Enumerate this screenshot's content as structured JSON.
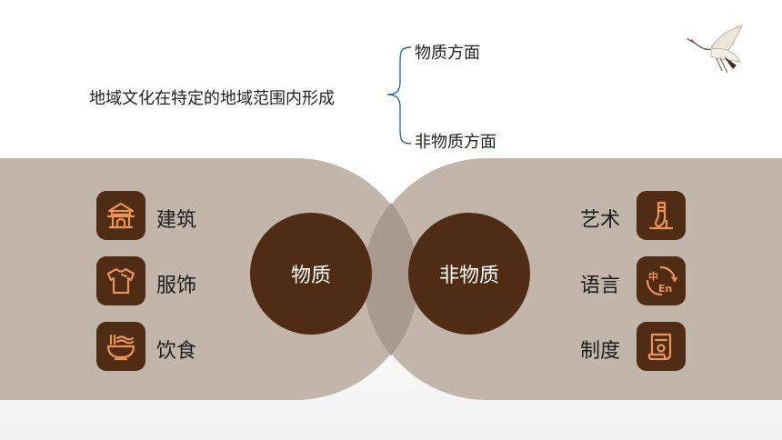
{
  "headline": "地域文化在特定的地域范围内形成",
  "branches": [
    "物质方面",
    "非物质方面"
  ],
  "left": {
    "center": "物质",
    "items": [
      {
        "label": "建筑",
        "icon": "building-icon"
      },
      {
        "label": "服饰",
        "icon": "shirt-icon"
      },
      {
        "label": "饮食",
        "icon": "food-bowl-icon"
      }
    ]
  },
  "right": {
    "center": "非物质",
    "items": [
      {
        "label": "艺术",
        "icon": "ballet-shoe-icon"
      },
      {
        "label": "语言",
        "icon": "language-icon",
        "glyphs": [
          "中",
          "En"
        ]
      },
      {
        "label": "制度",
        "icon": "document-icon"
      }
    ]
  },
  "colors": {
    "panel": "#c2b5aa",
    "circle": "#512c14",
    "icon_stroke": "#e9955a",
    "bracket": "#2b6cb0"
  }
}
